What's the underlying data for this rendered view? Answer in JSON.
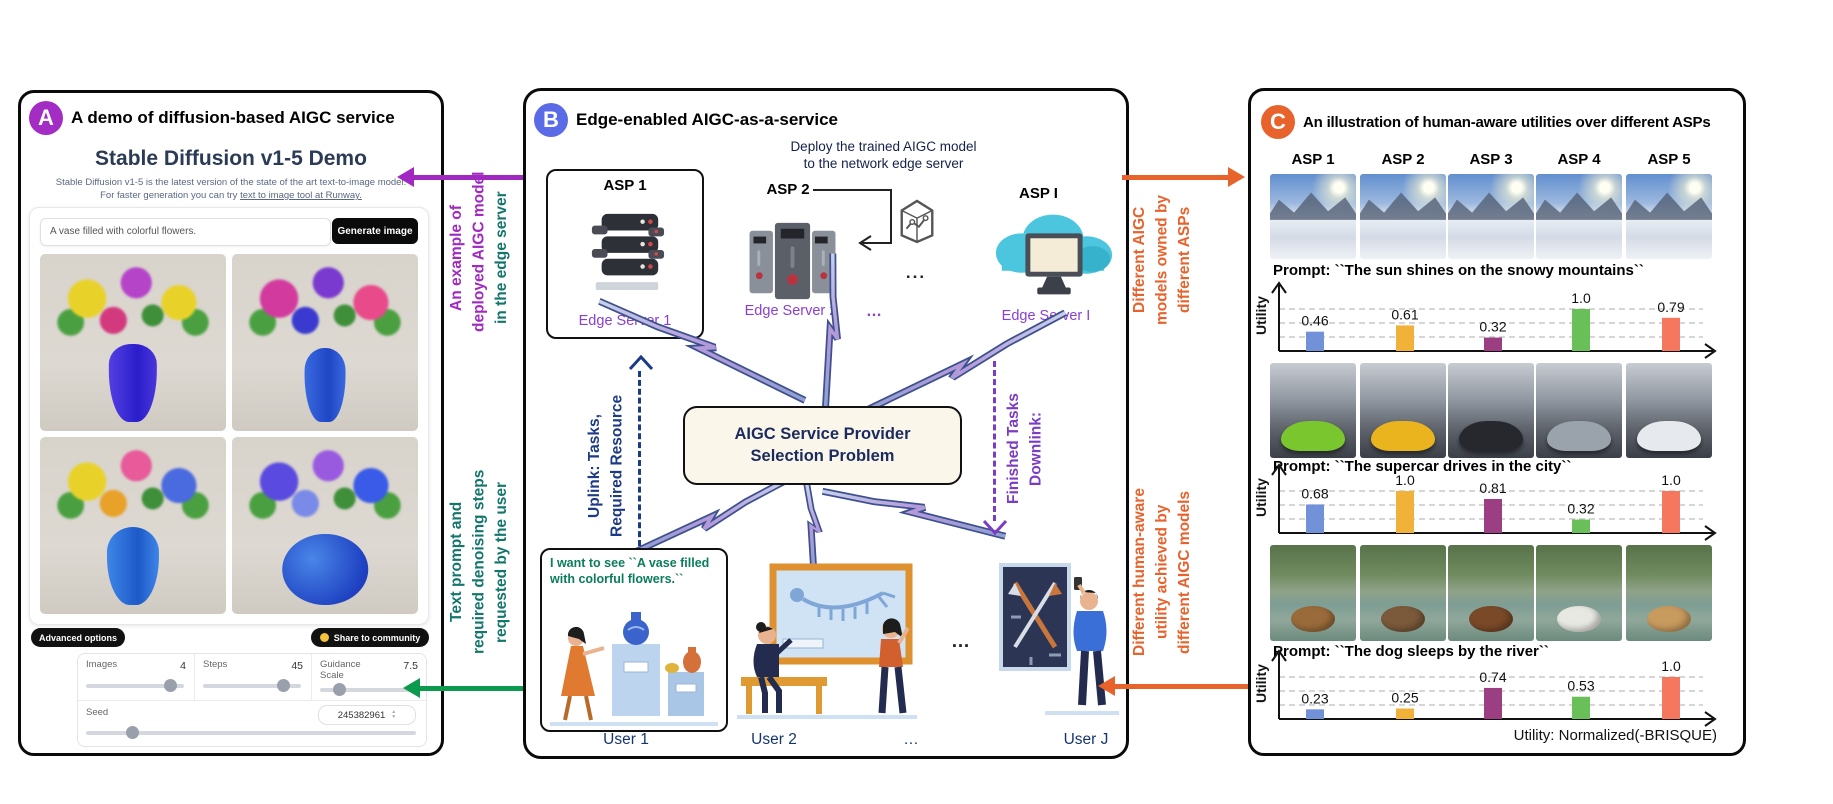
{
  "panel_a": {
    "badge": "A",
    "title": "A demo of diffusion-based AIGC service",
    "demo": {
      "heading": "Stable Diffusion v1-5 Demo",
      "subtitle_line1": "Stable Diffusion v1-5 is the latest version of the state of the art text-to-image model.",
      "subtitle_line2_prefix": "For faster generation you can try ",
      "subtitle_link": "text to image tool at Runway.",
      "prompt_value": "A vase filled with colorful flowers.",
      "generate_button": "Generate image",
      "advanced_options_button": "Advanced options",
      "share_button": "Share to community"
    },
    "images": [
      "bouquet of yellow and purple flowers in a blue vase",
      "pink and purple wildflowers in a dark blue vase",
      "colorful mixed bouquet in a blue vase",
      "purple and blue flowers in a round blue vase"
    ],
    "controls": {
      "images": {
        "label": "Images",
        "value": "4"
      },
      "steps": {
        "label": "Steps",
        "value": "45"
      },
      "guidance": {
        "label": "Guidance Scale",
        "value": "7.5"
      },
      "seed": {
        "label": "Seed",
        "value": "245382961"
      }
    }
  },
  "annotations": {
    "deploy_example": {
      "lines": [
        "An example of",
        "deployed AIGC model",
        "in the edge server"
      ]
    },
    "text_prompt": {
      "lines": [
        "Text prompt and",
        "required denoising steps",
        "requested by the user"
      ]
    },
    "models_owned": {
      "lines": [
        "Different AIGC",
        "models owned by",
        "different ASPs"
      ]
    },
    "human_aware": {
      "lines": [
        "Different human-aware",
        "utility achieved by",
        "different AIGC models"
      ]
    }
  },
  "panel_b": {
    "badge": "B",
    "title": "Edge-enabled AIGC-as-a-service",
    "deploy_note_line1": "Deploy the trained AIGC model",
    "deploy_note_line2": "to the network edge server",
    "asps": [
      {
        "name": "ASP 1",
        "server": "Edge Server 1"
      },
      {
        "name": "ASP 2",
        "server": "Edge Server 2"
      },
      {
        "name": "ASP I",
        "server": "Edge Server I"
      }
    ],
    "asp_row_ellipsis": "...",
    "edge_row_ellipsis": "…",
    "scene_ellipsis": "…",
    "center_box_line1": "AIGC Service Provider",
    "center_box_line2": "Selection Problem",
    "uplink_bold": "Uplink:",
    "uplink_rest": " Tasks,",
    "uplink_line2": "Required Resource",
    "downlink_bold": "Downlink:",
    "downlink_line2": "Finished Tasks",
    "user1_speech": "I want to see ``A vase filled with colorful flowers.``",
    "users": [
      "User 1",
      "User 2",
      "…",
      "User J"
    ]
  },
  "panel_c": {
    "badge": "C",
    "title": "An illustration of human-aware utilities over different ASPs",
    "asp_headers": [
      "ASP 1",
      "ASP 2",
      "ASP 3",
      "ASP 4",
      "ASP 5"
    ],
    "footer": "Utility: Normalized(-BRISQUE)"
  },
  "chart_data": [
    {
      "type": "bar",
      "prompt": "Prompt: ``The sun shines on the snowy mountains``",
      "categories": [
        "ASP 1",
        "ASP 2",
        "ASP 3",
        "ASP 4",
        "ASP 5"
      ],
      "values": [
        0.46,
        0.61,
        0.32,
        1.0,
        0.79
      ],
      "value_labels": [
        "0.46",
        "0.61",
        "0.32",
        "1.0",
        "0.79"
      ],
      "ylabel": "Utility",
      "ylim": [
        0,
        1.1
      ],
      "grid": "dashed-horizontal",
      "bar_colors": [
        "#7191d9",
        "#f2b23a",
        "#9c3e82",
        "#69bf58",
        "#f4775e"
      ],
      "images": [
        {
          "desc": "snowy slope with sun flare",
          "accent": "#9cb8de"
        },
        {
          "desc": "snow field below rocky peaks",
          "accent": "#9cb8de"
        },
        {
          "desc": "snow-covered mountain ridge",
          "accent": "#9cb8de"
        },
        {
          "desc": "sun over mountain village in snow",
          "accent": "#9cb8de"
        },
        {
          "desc": "sunlit snowy mountainside",
          "accent": "#9cb8de"
        }
      ]
    },
    {
      "type": "bar",
      "prompt": "Prompt: ``The supercar drives in the city``",
      "categories": [
        "ASP 1",
        "ASP 2",
        "ASP 3",
        "ASP 4",
        "ASP 5"
      ],
      "values": [
        0.68,
        1.0,
        0.81,
        0.32,
        1.0
      ],
      "value_labels": [
        "0.68",
        "1.0",
        "0.81",
        "0.32",
        "1.0"
      ],
      "ylabel": "Utility",
      "ylim": [
        0,
        1.1
      ],
      "grid": "dashed-horizontal",
      "bar_colors": [
        "#7191d9",
        "#f2b23a",
        "#9c3e82",
        "#69bf58",
        "#f4775e"
      ],
      "images": [
        {
          "desc": "green supercar on gray street",
          "accent": "#79c62e"
        },
        {
          "desc": "yellow supercar in city street",
          "accent": "#e9b41e"
        },
        {
          "desc": "black supercar closeup",
          "accent": "#26282e"
        },
        {
          "desc": "gray car on city avenue",
          "accent": "#9aa2ab"
        },
        {
          "desc": "white supercar at crosswalk",
          "accent": "#e6e9ed"
        }
      ]
    },
    {
      "type": "bar",
      "prompt": "Prompt: ``The dog sleeps by the river``",
      "categories": [
        "ASP 1",
        "ASP 2",
        "ASP 3",
        "ASP 4",
        "ASP 5"
      ],
      "values": [
        0.23,
        0.25,
        0.74,
        0.53,
        1.0
      ],
      "value_labels": [
        "0.23",
        "0.25",
        "0.74",
        "0.53",
        "1.0"
      ],
      "ylabel": "Utility",
      "ylim": [
        0,
        1.1
      ],
      "grid": "dashed-horizontal",
      "bar_colors": [
        "#7191d9",
        "#f2b23a",
        "#9c3e82",
        "#69bf58",
        "#f4775e"
      ],
      "images": [
        {
          "desc": "dog sitting by forest path",
          "accent": "#9a6b3a"
        },
        {
          "desc": "small dog by river bank",
          "accent": "#7a5a3a"
        },
        {
          "desc": "brown dog lying by river",
          "accent": "#7a4a28"
        },
        {
          "desc": "white dog on river rocks",
          "accent": "#e8e8e2"
        },
        {
          "desc": "puppy sleeping on stone wall",
          "accent": "#c79a5e"
        }
      ]
    }
  ],
  "colors": {
    "badge_a": "#a32cc4",
    "badge_b": "#5b6be8",
    "badge_c": "#e8622c",
    "annotation_purple": "#a128c0",
    "annotation_teal": "#13766b",
    "green_arrow": "#0c9a4e",
    "annotation_orange": "#e8622c",
    "edge_server_label": "#8a3fd1",
    "user_label": "#16356f",
    "uplink": "#1c3a85",
    "downlink": "#7b3cc4",
    "speech_green": "#0a7d5c",
    "center_box_bg": "#fbf6ea",
    "center_box_text": "#1b2b5e",
    "bar_colors": [
      "#7191d9",
      "#f2b23a",
      "#9c3e82",
      "#69bf58",
      "#f4775e"
    ]
  }
}
